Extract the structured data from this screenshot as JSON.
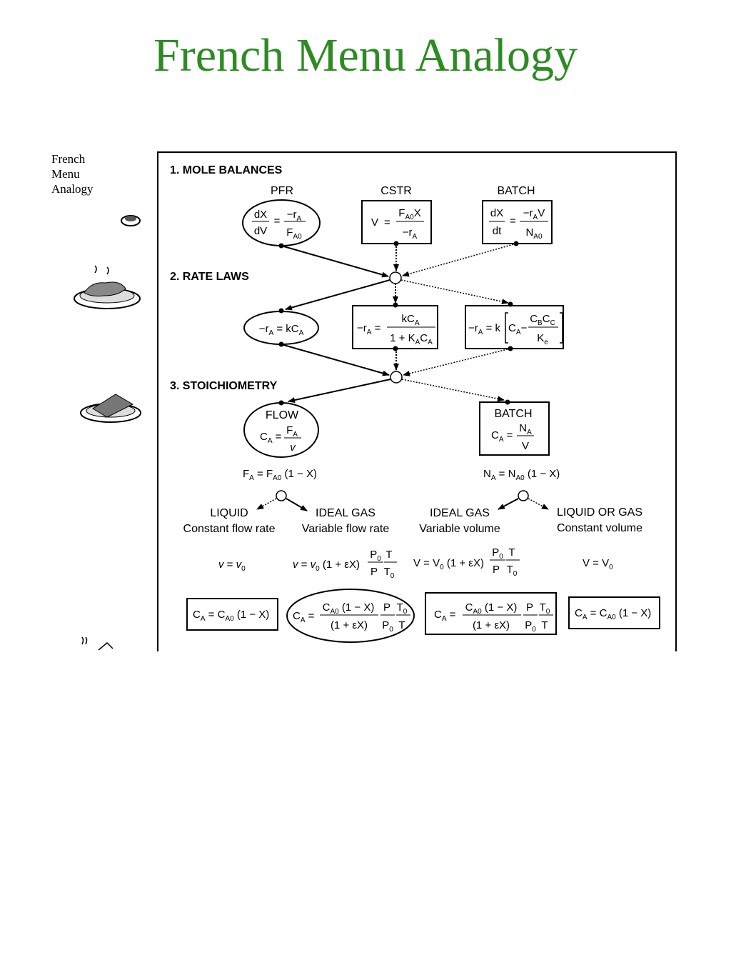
{
  "title": "French Menu Analogy",
  "side_label": [
    "French",
    "Menu",
    "Analogy"
  ],
  "sections": {
    "mole": "1. MOLE BALANCES",
    "rate": "2. RATE LAWS",
    "stoich": "3. STOICHIOMETRY"
  },
  "reactors": {
    "pfr": "PFR",
    "cstr": "CSTR",
    "batch": "BATCH"
  },
  "stoich_labels": {
    "flow": "FLOW",
    "batch": "BATCH"
  },
  "flow_eq": {
    "lhs": "F",
    "lhs_sub": "A",
    "mid": " = F",
    "mid_sub": "A0",
    "rhs": " (1 − X)"
  },
  "batch_eq": {
    "lhs": "N",
    "lhs_sub": "A",
    "mid": " = N",
    "mid_sub": "A0",
    "rhs": " (1 − X)"
  },
  "phases": {
    "liquid": "LIQUID",
    "liquid_sub": "Constant flow rate",
    "idealgas1": "IDEAL GAS",
    "idealgas1_sub": "Variable flow rate",
    "idealgas2": "IDEAL GAS",
    "idealgas2_sub": "Variable volume",
    "liqgas": "LIQUID OR GAS",
    "liqgas_sub": "Constant volume"
  }
}
